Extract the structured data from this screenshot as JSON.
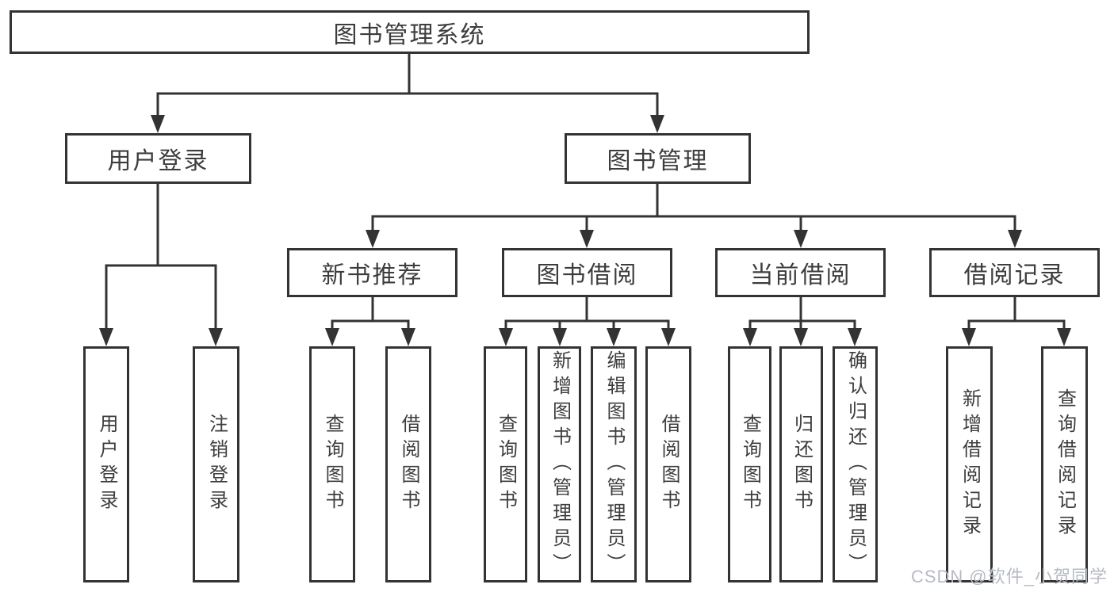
{
  "diagram": {
    "type": "tree-hierarchy",
    "nodes": {
      "root": {
        "label": "图书管理系统"
      },
      "level2": {
        "user_login": {
          "label": "用户登录"
        },
        "book_mgmt": {
          "label": "图书管理"
        }
      },
      "level3": {
        "new_book_rec": {
          "label": "新书推荐"
        },
        "book_borrow": {
          "label": "图书借阅"
        },
        "current_borrow": {
          "label": "当前借阅"
        },
        "borrow_record": {
          "label": "借阅记录"
        }
      },
      "leaves": {
        "user_login": {
          "label": "用户登录"
        },
        "logout": {
          "label": "注销登录"
        },
        "query_book_rec": {
          "label": "查询图书"
        },
        "borrow_book_rec": {
          "label": "借阅图书"
        },
        "query_book_borrow": {
          "label": "查询图书"
        },
        "add_book_admin": {
          "label": "新增图书（管理员）"
        },
        "edit_book_admin": {
          "label": "编辑图书（管理员）"
        },
        "borrow_book": {
          "label": "借阅图书"
        },
        "query_book_current": {
          "label": "查询图书"
        },
        "return_book": {
          "label": "归还图书"
        },
        "confirm_return_admin": {
          "label": "确认归还（管理员）"
        },
        "add_borrow_record": {
          "label": "新增借阅记录"
        },
        "query_borrow_record": {
          "label": "查询借阅记录"
        }
      }
    },
    "edges": [
      [
        "图书管理系统",
        "用户登录"
      ],
      [
        "图书管理系统",
        "图书管理"
      ],
      [
        "用户登录",
        "用户登录(叶)"
      ],
      [
        "用户登录",
        "注销登录"
      ],
      [
        "图书管理",
        "新书推荐"
      ],
      [
        "图书管理",
        "图书借阅"
      ],
      [
        "图书管理",
        "当前借阅"
      ],
      [
        "图书管理",
        "借阅记录"
      ],
      [
        "新书推荐",
        "查询图书"
      ],
      [
        "新书推荐",
        "借阅图书"
      ],
      [
        "图书借阅",
        "查询图书"
      ],
      [
        "图书借阅",
        "新增图书（管理员）"
      ],
      [
        "图书借阅",
        "编辑图书（管理员）"
      ],
      [
        "图书借阅",
        "借阅图书"
      ],
      [
        "当前借阅",
        "查询图书"
      ],
      [
        "当前借阅",
        "归还图书"
      ],
      [
        "当前借阅",
        "确认归还（管理员）"
      ],
      [
        "借阅记录",
        "新增借阅记录"
      ],
      [
        "借阅记录",
        "查询借阅记录"
      ]
    ],
    "colors": {
      "line": "#333333",
      "box_border": "#333333",
      "box_fill": "#ffffff",
      "text": "#3d3d3d",
      "watermark": "#b6bbc3",
      "background": "#ffffff"
    }
  },
  "watermark": {
    "text": "CSDN @软件_小贺同学"
  }
}
